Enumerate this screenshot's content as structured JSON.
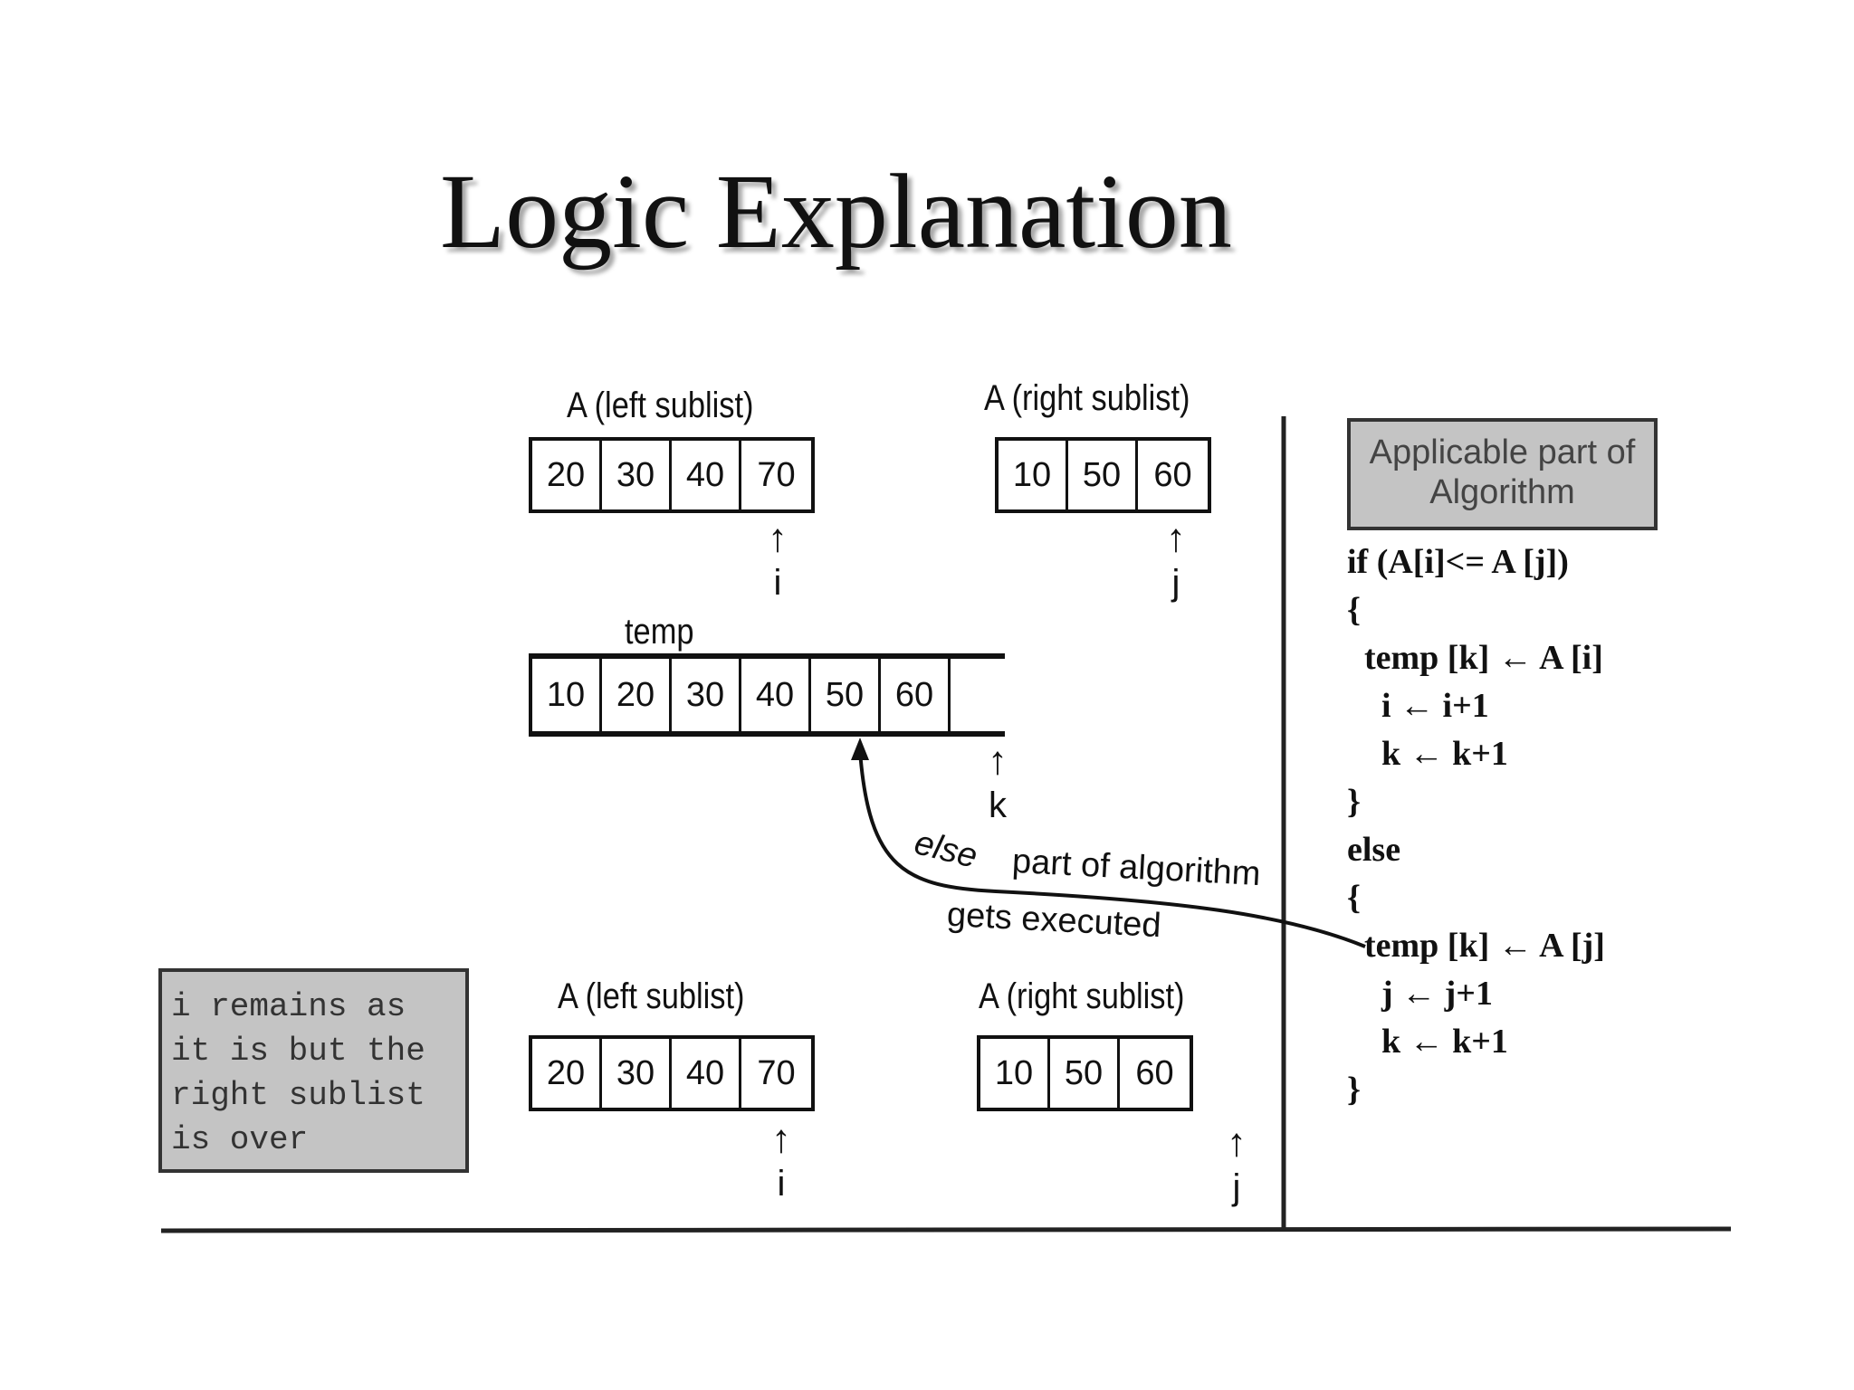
{
  "title": "Logic Explanation",
  "top": {
    "left_label": "A (left sublist)",
    "left_values": [
      "20",
      "30",
      "40",
      "70"
    ],
    "right_label": "A (right sublist)",
    "right_values": [
      "10",
      "50",
      "60"
    ],
    "pointer_i": "i",
    "pointer_j": "j"
  },
  "temp": {
    "label": "temp",
    "values": [
      "10",
      "20",
      "30",
      "40",
      "50",
      "60"
    ],
    "pointer_k": "k"
  },
  "annotation": {
    "else_word": "else",
    "rest": "part of algorithm",
    "line2": "gets executed"
  },
  "bottom": {
    "left_label": "A (left sublist)",
    "left_values": [
      "20",
      "30",
      "40",
      "70"
    ],
    "right_label": "A (right sublist)",
    "right_values": [
      "10",
      "50",
      "60"
    ],
    "pointer_i": "i",
    "pointer_j": "j"
  },
  "note": {
    "lines": [
      "i remains as",
      "it is but the",
      "right sublist",
      "is over"
    ]
  },
  "applicable": {
    "line1": "Applicable part of",
    "line2": "Algorithm"
  },
  "code": [
    "if (A[i]<= A [j])",
    "{",
    "  temp [k] ← A [i]",
    "    i ← i+1",
    "    k ← k+1",
    "}",
    "else",
    "{",
    "  temp [k] ← A [j]",
    "    j ← j+1",
    "    k ← k+1",
    "}"
  ],
  "arrow_glyph": "↑"
}
